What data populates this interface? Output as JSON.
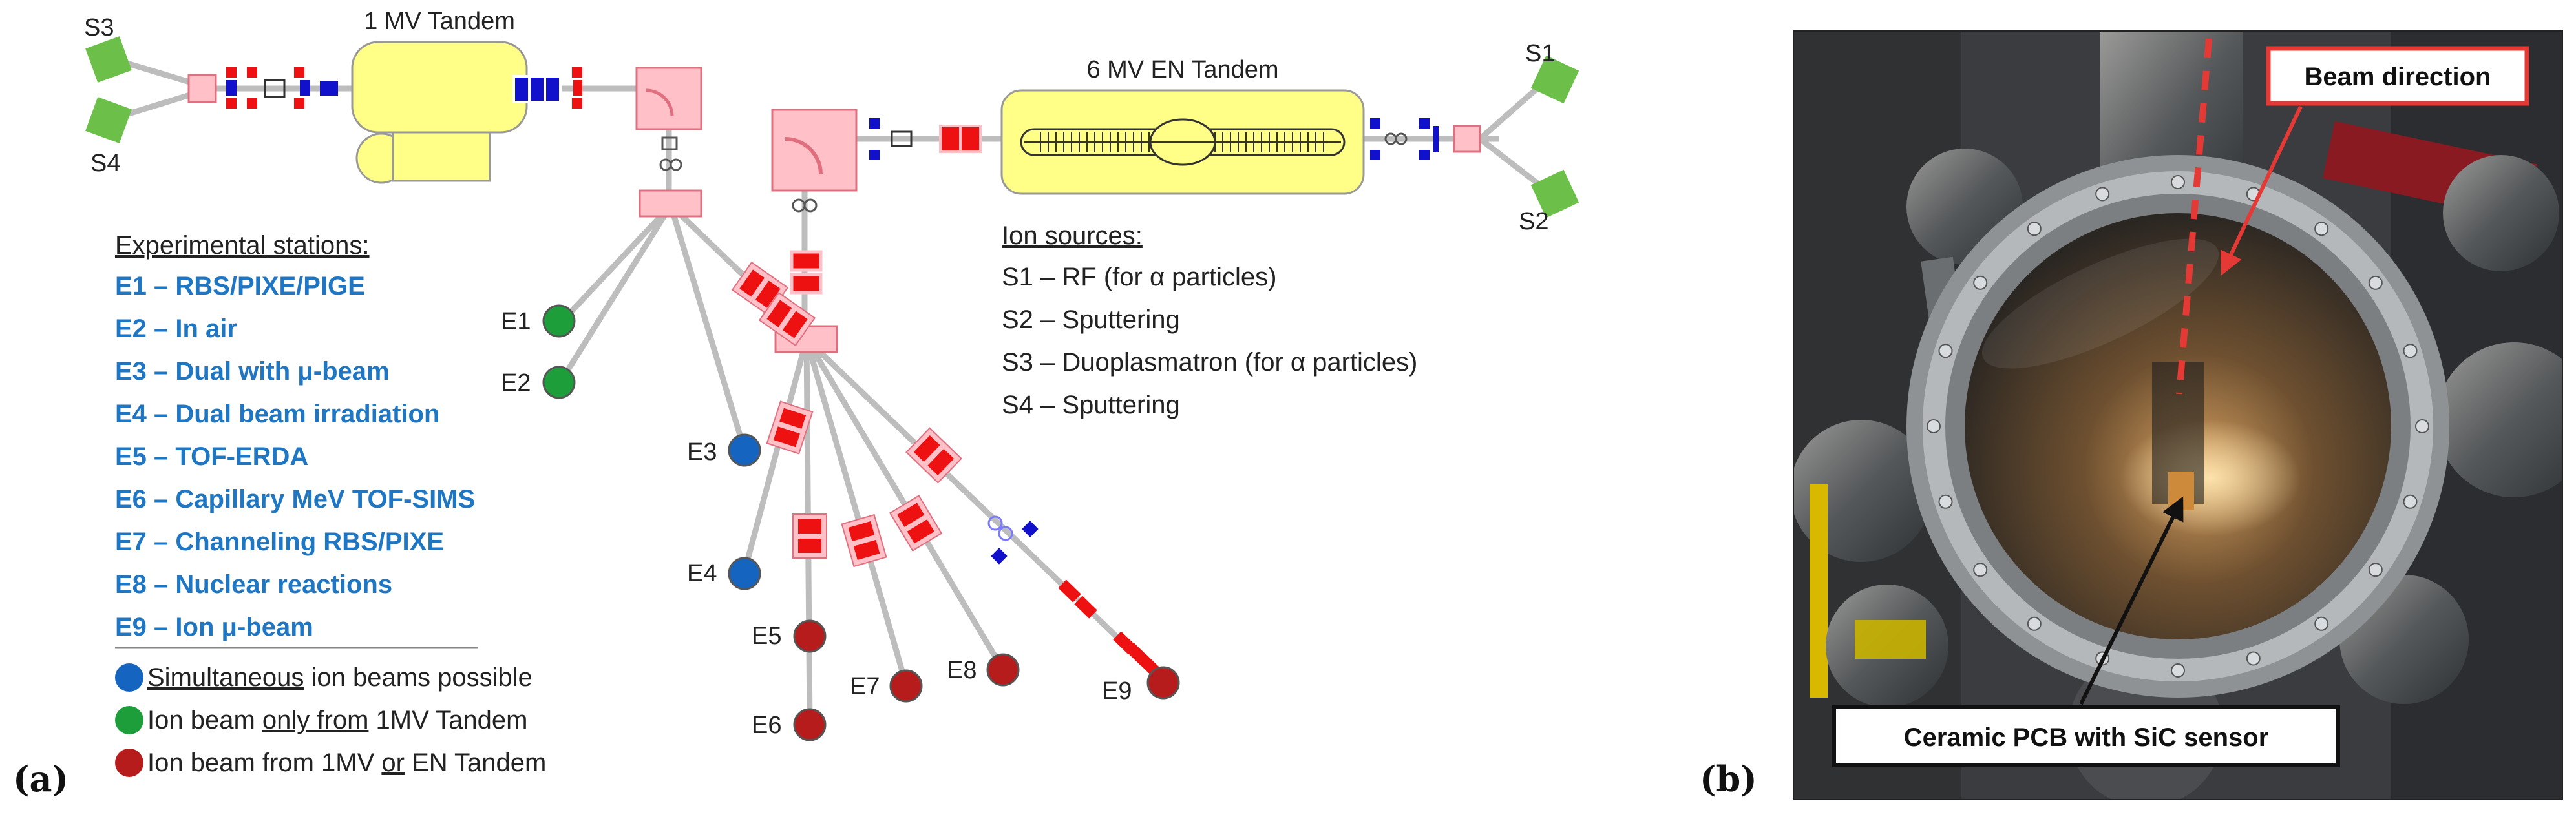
{
  "panel_a": {
    "label": "(a)",
    "titles": {
      "tandem_1mv": "1 MV Tandem",
      "tandem_6mv": "6 MV EN Tandem"
    },
    "sources": [
      "S1",
      "S2",
      "S3",
      "S4"
    ],
    "stations_header": "Experimental stations:",
    "stations": [
      "E1 – RBS/PIXE/PIGE",
      "E2 – In air",
      "E3 – Dual with μ-beam",
      "E4 – Dual beam irradiation",
      "E5 – TOF-ERDA",
      "E6 –  Capillary  MeV TOF-SIMS",
      "E7 – Channeling RBS/PIXE",
      "E8 – Nuclear reactions",
      "E9 – Ion μ-beam"
    ],
    "station_labels": [
      "E1",
      "E2",
      "E3",
      "E4",
      "E5",
      "E6",
      "E7",
      "E8",
      "E9"
    ],
    "ion_sources_header": "Ion sources:",
    "ion_sources": [
      "S1 – RF (for α particles)",
      "S2 – Sputtering",
      "S3 – Duoplasmatron (for α particles)",
      "S4 – Sputtering"
    ],
    "legend": [
      {
        "underlined": "Simultaneous",
        "rest": " ion beams possible",
        "color": "#1565c0"
      },
      {
        "pre": "Ion beam ",
        "underlined": "only from",
        "rest": " 1MV Tandem",
        "color": "#1e9e3a"
      },
      {
        "pre": "Ion beam from 1MV ",
        "underlined": "or",
        "rest": " EN Tandem",
        "color": "#b71c1c"
      }
    ],
    "colors": {
      "station_text": "#1f77c4",
      "source_green": "#6cc04a",
      "tandem_yellow": "#ffff88",
      "magnet_pink": "#ffc0c8",
      "quad_red": "#ee1111",
      "steerer_blue": "#1111cc",
      "beamline_gray": "#bdbdbd",
      "dot_blue": "#1565c0",
      "dot_green": "#1e9e3a",
      "dot_red": "#b71c1c"
    }
  },
  "panel_b": {
    "label": "(b)",
    "annotation_top": "Beam direction",
    "annotation_bottom": "Ceramic PCB with SiC sensor",
    "colors": {
      "arrow_red": "#e53935",
      "frame_red": "#e53935"
    }
  }
}
